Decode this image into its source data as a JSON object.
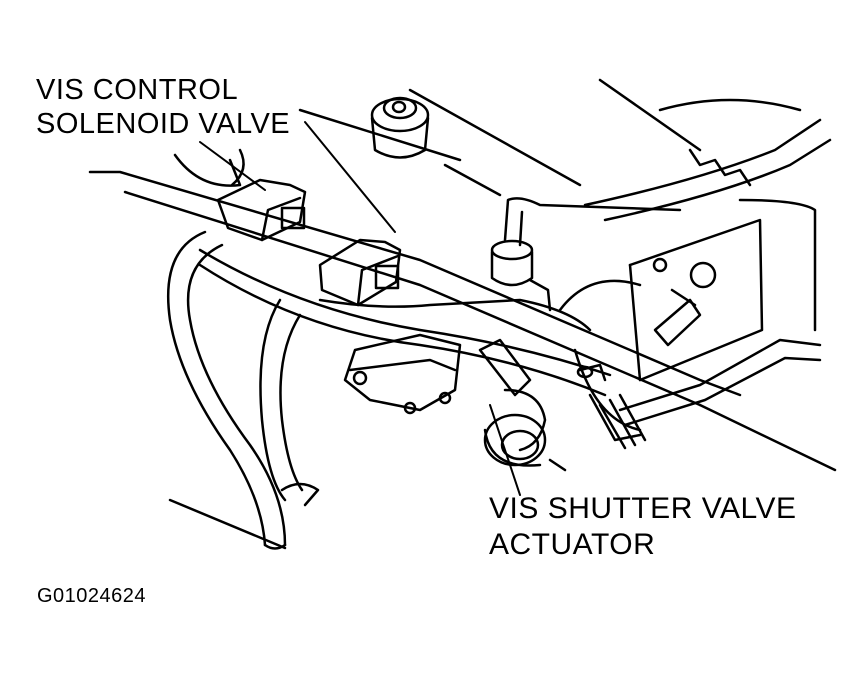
{
  "labels": {
    "solenoid_line1": "VIS CONTROL",
    "solenoid_line2": "SOLENOID VALVE",
    "actuator_line1": "VIS SHUTTER VALVE",
    "actuator_line2": "ACTUATOR"
  },
  "figure_id": "G01024624",
  "colors": {
    "ink": "#000000",
    "paper": "#ffffff"
  }
}
